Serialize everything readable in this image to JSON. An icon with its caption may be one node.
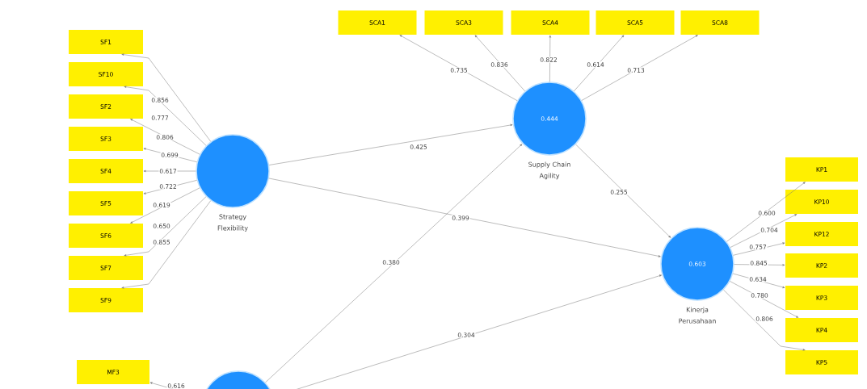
{
  "diagram": {
    "nodes": [
      {
        "text": [],
        "shape": "circle",
        "beside": [
          "Strategy Flexibility"
        ]
      },
      {
        "text": [
          "SF1"
        ]
      },
      {
        "text": [
          "SF10"
        ]
      },
      {
        "text": [
          "SF2"
        ]
      },
      {
        "text": [
          "SF3"
        ]
      },
      {
        "text": [
          "SF4"
        ]
      },
      {
        "text": [
          "SF5"
        ]
      },
      {
        "text": [
          "SF6"
        ]
      },
      {
        "text": [
          "SF7"
        ]
      },
      {
        "text": [
          "SF9"
        ]
      },
      {
        "text": [
          "0.444"
        ],
        "beside": [
          "Supply Chain Agility"
        ]
      },
      {
        "text": [
          "SCA1"
        ]
      },
      {
        "text": [
          "SCA3"
        ]
      },
      {
        "text": [
          "SCA4"
        ]
      },
      {
        "text": [
          "SCA5"
        ]
      },
      {
        "text": [
          "SCA8"
        ]
      },
      {
        "text": [
          "0.603"
        ],
        "beside": [
          "Kinerja Perusahaan"
        ]
      },
      {
        "text": [
          "KP1"
        ]
      },
      {
        "text": [
          "KP10"
        ]
      },
      {
        "text": [
          "KP12"
        ]
      },
      {
        "text": [
          "KP2"
        ]
      },
      {
        "text": [
          "KP3"
        ]
      },
      {
        "text": [
          "KP4"
        ]
      },
      {
        "text": [
          "KP5"
        ]
      },
      {
        "text": [
          "MF3"
        ]
      },
      {
        "text": [],
        "shape": "circle"
      }
    ],
    "edges": [
      {
        "from": 0,
        "to": 1,
        "arrow": "to",
        "label": "0.856"
      },
      {
        "from": 0,
        "to": 2,
        "arrow": "to",
        "label": "0.777"
      },
      {
        "from": 0,
        "to": 3,
        "arrow": "to",
        "label": "0.806"
      },
      {
        "from": 0,
        "to": 4,
        "arrow": "to",
        "label": "0.699"
      },
      {
        "from": 0,
        "to": 5,
        "arrow": "to",
        "label": "0.617"
      },
      {
        "from": 0,
        "to": 6,
        "arrow": "to",
        "label": "0.722"
      },
      {
        "from": 0,
        "to": 7,
        "arrow": "to",
        "label": "0.619"
      },
      {
        "from": 0,
        "to": 8,
        "arrow": "to",
        "label": "0.650"
      },
      {
        "from": 0,
        "to": 9,
        "arrow": "to",
        "label": "0.855"
      },
      {
        "from": 10,
        "to": 11,
        "arrow": "to",
        "label": "0.735"
      },
      {
        "from": 10,
        "to": 12,
        "arrow": "to",
        "label": "0.836"
      },
      {
        "from": 10,
        "to": 13,
        "arrow": "to",
        "label": "0.822"
      },
      {
        "from": 10,
        "to": 14,
        "arrow": "to",
        "label": "0.614"
      },
      {
        "from": 10,
        "to": 15,
        "arrow": "to",
        "label": "0.713"
      },
      {
        "from": 16,
        "to": 17,
        "arrow": "to",
        "label": "0.600"
      },
      {
        "from": 16,
        "to": 18,
        "arrow": "to",
        "label": "0.704"
      },
      {
        "from": 16,
        "to": 19,
        "arrow": "to",
        "label": "0.757"
      },
      {
        "from": 16,
        "to": 20,
        "arrow": "to",
        "label": "0.845"
      },
      {
        "from": 16,
        "to": 21,
        "arrow": "to",
        "label": "0.634"
      },
      {
        "from": 16,
        "to": 22,
        "arrow": "to",
        "label": "0.780"
      },
      {
        "from": 16,
        "to": 23,
        "arrow": "to",
        "label": "0.806"
      },
      {
        "from": 0,
        "to": 10,
        "arrow": "to",
        "label": "0.425"
      },
      {
        "from": 0,
        "to": 16,
        "arrow": "to",
        "label": "0.399"
      },
      {
        "from": 25,
        "to": 10,
        "arrow": "to",
        "label": "0.380"
      },
      {
        "from": 10,
        "to": 16,
        "arrow": "to",
        "label": "0.255"
      },
      {
        "from": 25,
        "to": 16,
        "arrow": "to",
        "label": "0.304"
      },
      {
        "from": 25,
        "to": 24,
        "arrow": "to",
        "label": "0.616"
      }
    ]
  }
}
